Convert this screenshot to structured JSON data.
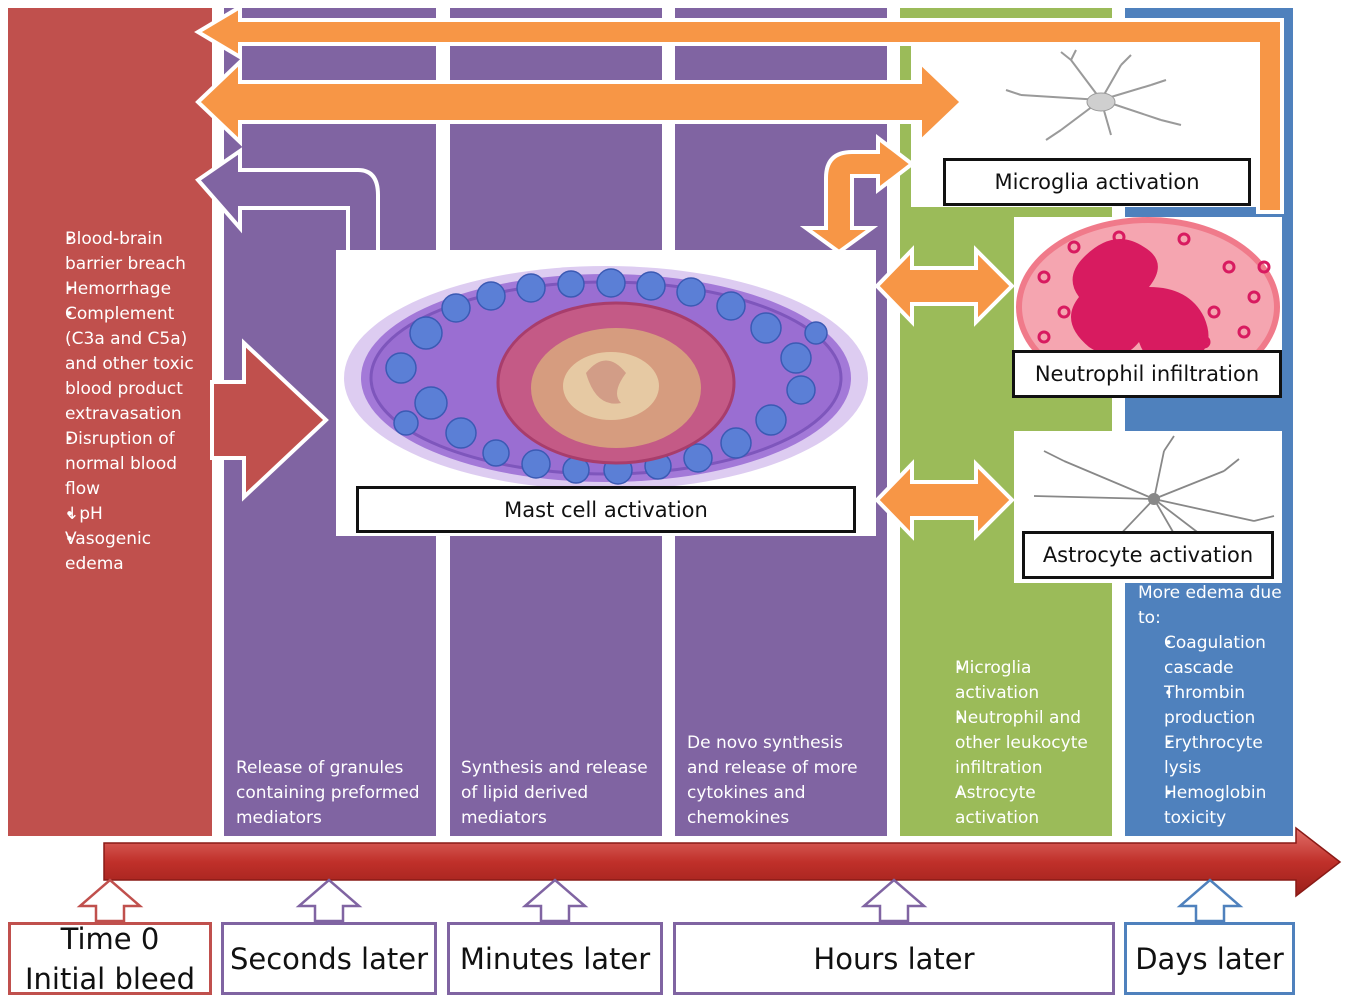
{
  "colors": {
    "red": "#c0504d",
    "purple": "#8064a2",
    "green": "#9bbb59",
    "blue": "#4f81bd",
    "orange": "#f79646"
  },
  "columns": {
    "time0_bullets": [
      "Blood-brain barrier breach",
      "Hemorrhage",
      "Complement (C3a and C5a) and other toxic blood product extravasation",
      "Disruption of normal blood flow",
      "↓pH",
      "Vasogenic edema"
    ],
    "seconds_text": "Release of granules containing preformed mediators",
    "minutes_text": "Synthesis and release of lipid derived mediators",
    "hours_text": "De novo synthesis and release of more cytokines and chemokines",
    "hours_green_bullets": [
      "Microglia activation",
      "Neutrophil and other leukocyte infiltration",
      "Astrocyte activation"
    ],
    "days_intro": "More edema due to:",
    "days_bullets": [
      "Coagulation cascade",
      "Thrombin production",
      "Erythrocyte lysis",
      "Hemoglobin toxicity"
    ]
  },
  "cells": {
    "mast": "Mast cell activation",
    "microglia": "Microglia activation",
    "neutrophil": "Neutrophil infiltration",
    "astrocyte": "Astrocyte activation"
  },
  "timeline": {
    "time0_line1": "Time 0",
    "time0_line2": "Initial bleed",
    "seconds": "Seconds later",
    "minutes": "Minutes later",
    "hours": "Hours later",
    "days": "Days later"
  }
}
